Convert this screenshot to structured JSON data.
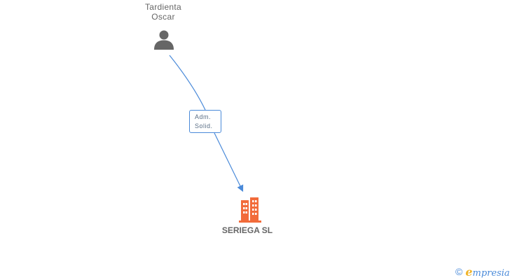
{
  "person": {
    "name_line1": "Tardienta",
    "name_line2": "Oscar",
    "icon": "person-icon"
  },
  "relation": {
    "line1": "Adm.",
    "line2": "Solid."
  },
  "company": {
    "name": "SERIEGA SL",
    "icon": "building-icon",
    "color": "#f26b3a"
  },
  "footer": {
    "copyright_symbol": "©",
    "brand_initial": "e",
    "brand_rest": "mpresia"
  },
  "colors": {
    "edge": "#4a8ad9",
    "person_icon": "#666666"
  }
}
